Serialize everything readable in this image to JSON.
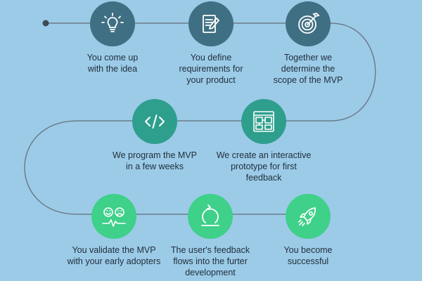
{
  "colors": {
    "background": "#9ccbe8",
    "path": "#6b7c89",
    "circle_dark": "#3f6f82",
    "circle_teal": "#2f9f8d",
    "circle_green": "#3fd08a",
    "icon": "#ffffff",
    "text": "#1f2e3a"
  },
  "steps": [
    {
      "label": "You come up\nwith the idea",
      "icon": "lightbulb-icon",
      "color": "circle_dark"
    },
    {
      "label": "You define\nrequirements for\nyour product",
      "icon": "clipboard-pen-icon",
      "color": "circle_dark"
    },
    {
      "label": "Together we\ndetermine the\nscope of the MVP",
      "icon": "target-icon",
      "color": "circle_dark"
    },
    {
      "label": "We program the MVP\nin a few weeks",
      "icon": "code-brackets-icon",
      "color": "circle_teal"
    },
    {
      "label": "We create an interactive\nprototype for first\nfeedback",
      "icon": "prototype-screen-icon",
      "color": "circle_teal"
    },
    {
      "label": "You validate the MVP\nwith your early adopters",
      "icon": "smiley-pulse-icon",
      "color": "circle_green"
    },
    {
      "label": "The user's feedback\nflows into the furter\ndevelopment",
      "icon": "loop-arrow-icon",
      "color": "circle_green"
    },
    {
      "label": "You become\nsuccessful",
      "icon": "rocket-icon",
      "color": "circle_green"
    }
  ]
}
